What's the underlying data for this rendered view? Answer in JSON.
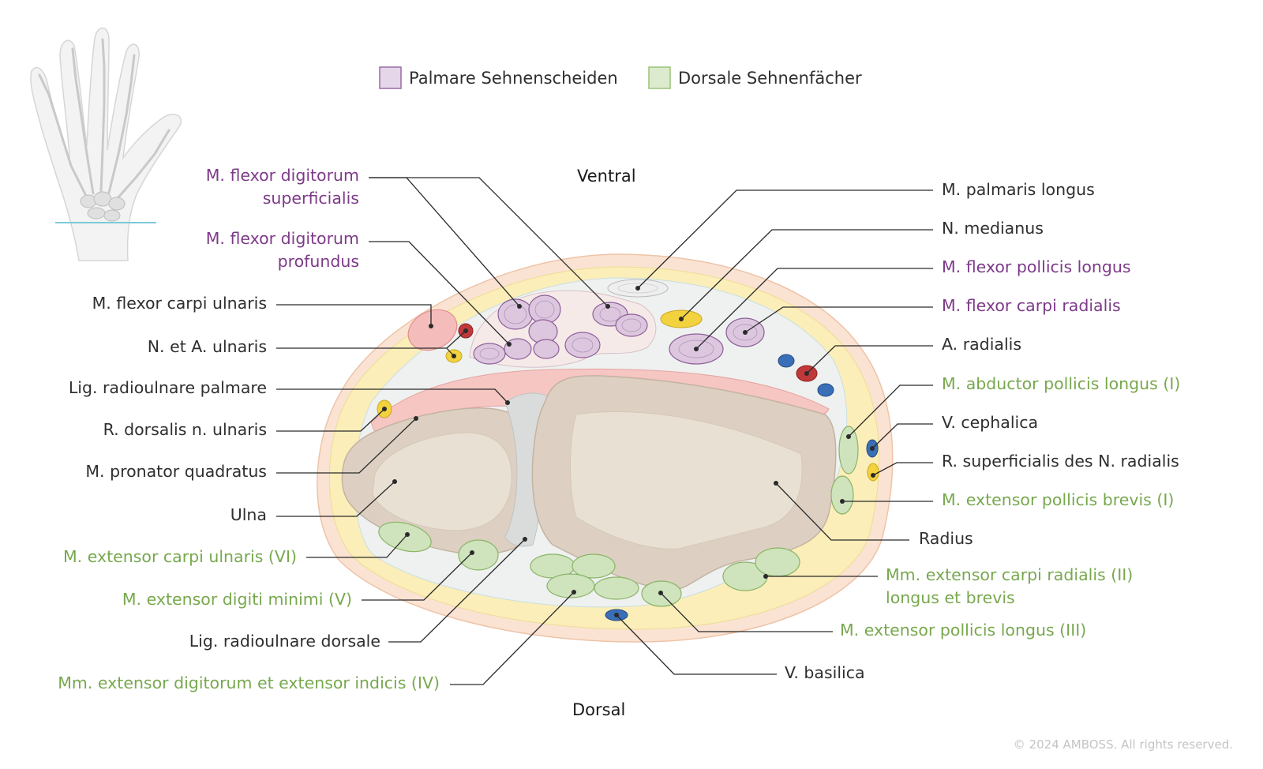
{
  "legend": [
    {
      "label": "Palmare Sehnenscheiden",
      "color": "#e6d6ea",
      "border": "#9a6aa6"
    },
    {
      "label": "Dorsale Sehnenfächer",
      "color": "#dcebcd",
      "border": "#9cc27a"
    }
  ],
  "orientation": {
    "ventral": "Ventral",
    "dorsal": "Dorsal"
  },
  "labels_left": [
    {
      "lines": [
        "M. flexor digitorum",
        "superficialis"
      ],
      "color": "purple"
    },
    {
      "lines": [
        "M. flexor digitorum",
        "profundus"
      ],
      "color": "purple"
    },
    {
      "lines": [
        "M. flexor carpi ulnaris"
      ],
      "color": "dark"
    },
    {
      "lines": [
        "N. et A. ulnaris"
      ],
      "color": "dark"
    },
    {
      "lines": [
        "Lig. radioulnare palmare"
      ],
      "color": "dark"
    },
    {
      "lines": [
        "R. dorsalis n. ulnaris"
      ],
      "color": "dark"
    },
    {
      "lines": [
        "M. pronator quadratus"
      ],
      "color": "dark"
    },
    {
      "lines": [
        "Ulna"
      ],
      "color": "dark"
    },
    {
      "lines": [
        "M. extensor carpi ulnaris (VI)"
      ],
      "color": "green"
    },
    {
      "lines": [
        "M. extensor digiti minimi (V)"
      ],
      "color": "green"
    },
    {
      "lines": [
        "Lig. radioulnare dorsale"
      ],
      "color": "dark"
    },
    {
      "lines": [
        "Mm. extensor digitorum et extensor indicis (IV)"
      ],
      "color": "green"
    }
  ],
  "labels_right": [
    {
      "lines": [
        "M. palmaris longus"
      ],
      "color": "dark"
    },
    {
      "lines": [
        "N. medianus"
      ],
      "color": "dark"
    },
    {
      "lines": [
        "M. flexor pollicis longus"
      ],
      "color": "purple"
    },
    {
      "lines": [
        "M. flexor carpi radialis"
      ],
      "color": "purple"
    },
    {
      "lines": [
        "A. radialis"
      ],
      "color": "dark"
    },
    {
      "lines": [
        "M. abductor pollicis longus (I)"
      ],
      "color": "green"
    },
    {
      "lines": [
        "V. cephalica"
      ],
      "color": "dark"
    },
    {
      "lines": [
        "R. superficialis des N. radialis"
      ],
      "color": "dark"
    },
    {
      "lines": [
        "M. extensor pollicis brevis (I)"
      ],
      "color": "green"
    },
    {
      "lines": [
        "Radius"
      ],
      "color": "dark"
    },
    {
      "lines": [
        "Mm. extensor carpi radialis (II)",
        "longus et brevis"
      ],
      "color": "green"
    },
    {
      "lines": [
        "M. extensor pollicis longus (III)"
      ],
      "color": "green"
    },
    {
      "lines": [
        "V. basilica"
      ],
      "color": "dark"
    }
  ],
  "copyright": "© 2024 AMBOSS. All rights reserved."
}
